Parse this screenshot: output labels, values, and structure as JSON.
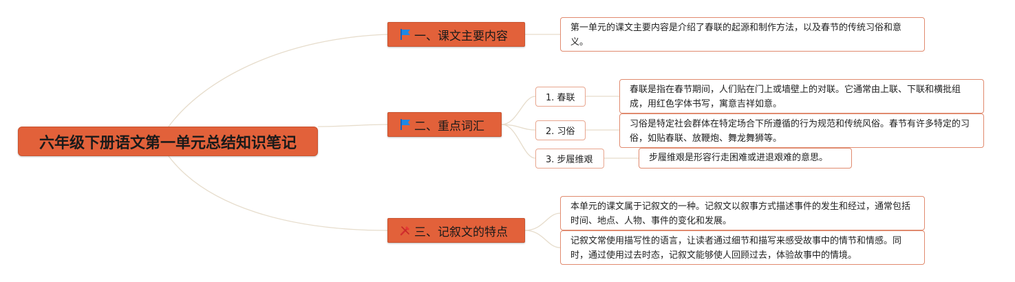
{
  "root": {
    "title": "六年级下册语文第一单元总结知识笔记"
  },
  "branches": [
    {
      "label": "一、课文主要内容",
      "icon": "blue-flag-icon",
      "notes": [
        "第一单元的课文主要内容是介绍了春联的起源和制作方法，以及春节的传统习俗和意义。"
      ]
    },
    {
      "label": "二、重点词汇",
      "icon": "blue-flag-icon",
      "items": [
        {
          "label": "1. 春联",
          "note": "春联是指在春节期间，人们贴在门上或墙壁上的对联。它通常由上联、下联和横批组成，用红色字体书写，寓意吉祥如意。"
        },
        {
          "label": "2. 习俗",
          "note": "习俗是特定社会群体在特定场合下所遵循的行为规范和传统风俗。春节有许多特定的习俗，如贴春联、放鞭炮、舞龙舞狮等。"
        },
        {
          "label": "3. 步履维艰",
          "note": "步履维艰是形容行走困难或进退艰难的意思。"
        }
      ]
    },
    {
      "label": "三、记叙文的特点",
      "icon": "red-tools-icon",
      "notes": [
        "本单元的课文属于记叙文的一种。记叙文以叙事方式描述事件的发生和经过，通常包括时间、地点、人物、事件的变化和发展。",
        "记叙文常使用描写性的语言，让读者通过细节和描写来感受故事中的情节和情感。同时，通过使用过去时态，记叙文能够使人回顾过去，体验故事中的情境。"
      ]
    }
  ],
  "colors": {
    "node_fill": "#e2613a",
    "link": "#e6dccb",
    "leaf_border": "#e08a6e",
    "flag": "#1e88e5"
  }
}
